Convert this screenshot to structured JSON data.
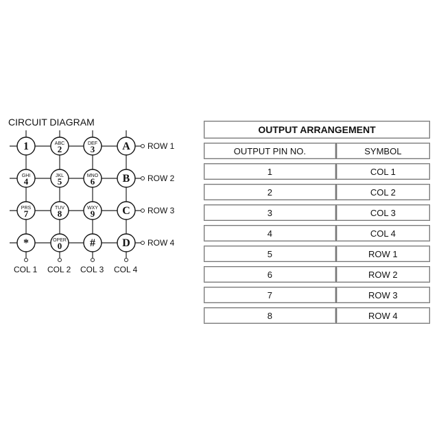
{
  "diagram": {
    "title": "CIRCUIT DIAGRAM",
    "row_labels": [
      "ROW  1",
      "ROW  2",
      "ROW  3",
      "ROW  4"
    ],
    "col_labels": [
      "COL 1",
      "COL 2",
      "COL 3",
      "COL 4"
    ],
    "keys": [
      [
        {
          "letters": "",
          "main": "1"
        },
        {
          "letters": "ABC",
          "main": "2"
        },
        {
          "letters": "DEF",
          "main": "3"
        },
        {
          "letters": "",
          "main": "A"
        }
      ],
      [
        {
          "letters": "GHI",
          "main": "4"
        },
        {
          "letters": "JKL",
          "main": "5"
        },
        {
          "letters": "MNO",
          "main": "6"
        },
        {
          "letters": "",
          "main": "B"
        }
      ],
      [
        {
          "letters": "PRS",
          "main": "7"
        },
        {
          "letters": "TUV",
          "main": "8"
        },
        {
          "letters": "WXY",
          "main": "9"
        },
        {
          "letters": "",
          "main": "C"
        }
      ],
      [
        {
          "letters": "",
          "main": "*"
        },
        {
          "letters": "OPER",
          "main": "0"
        },
        {
          "letters": "",
          "main": "#"
        },
        {
          "letters": "",
          "main": "D"
        }
      ]
    ]
  },
  "table": {
    "title": "OUTPUT ARRANGEMENT",
    "headers": [
      "OUTPUT PIN NO.",
      "SYMBOL"
    ],
    "rows": [
      [
        "1",
        "COL  1"
      ],
      [
        "2",
        "COL  2"
      ],
      [
        "3",
        "COL  3"
      ],
      [
        "4",
        "COL  4"
      ],
      [
        "5",
        "ROW 1"
      ],
      [
        "6",
        "ROW  2"
      ],
      [
        "7",
        "ROW  3"
      ],
      [
        "8",
        "ROW  4"
      ]
    ]
  }
}
